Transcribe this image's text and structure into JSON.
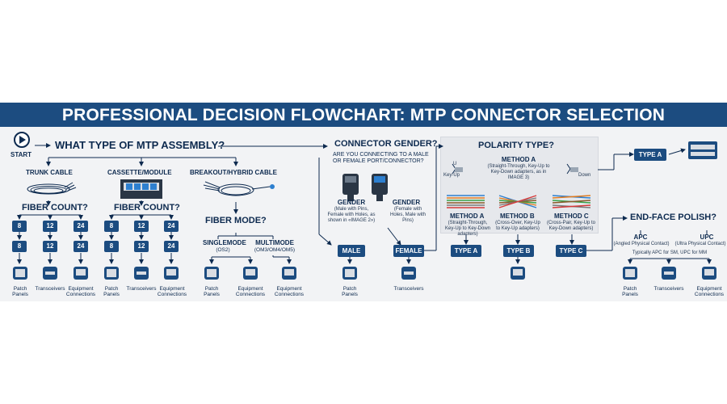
{
  "title": "PROFESSIONAL DECISION FLOWCHART: MTP CONNECTOR SELECTION",
  "start_label": "START",
  "q_assembly": "WHAT TYPE OF MTP ASSEMBLY?",
  "assembly": {
    "trunk": "TRUNK CABLE",
    "cassette": "CASSETTE/MODULE",
    "breakout": "BREAKOUT/HYBRID CABLE"
  },
  "fiber_count_label": "FIBER COUNT?",
  "counts": [
    "8",
    "12",
    "24"
  ],
  "fiber_mode_label": "FIBER MODE?",
  "singlemode": {
    "title": "SINGLEMODE",
    "sub": "(OS2)"
  },
  "multimode": {
    "title": "MULTIMODE",
    "sub": "(OM3/OM4/OM5)"
  },
  "endpoints": {
    "patch": "Patch Panels",
    "transceivers": "Transceivers",
    "equipment": "Equipment Connections"
  },
  "gender": {
    "title": "CONNECTOR GENDER?",
    "question": "ARE YOU CONNECTING TO A MALE OR FEMALE PORT/CONNECTOR?",
    "left_title": "GENDER",
    "left_desc": "(Male with Pins, Female with Holes, as shown in «IMAGE 2»)",
    "right_title": "GENDER",
    "right_desc": "(Female with Holes, Male with Pins)",
    "male": "MALE",
    "female": "FEMALE"
  },
  "polarity": {
    "title": "POLARITY TYPE?",
    "method_a_top_title": "METHOD A",
    "method_a_top_desc": "(Straight-Through, Key-Up to Key-Down adapters, as in IMAGE 3)",
    "key_up": "Key-Up",
    "key_up_short": "U",
    "down": "Down",
    "methods": [
      {
        "title": "METHOD A",
        "desc": "(Straight-Through, Key-Up to Key-Down adapters)"
      },
      {
        "title": "METHOD B",
        "desc": "(Cross-Over, Key-Up to Key-Up adapters)"
      },
      {
        "title": "METHOD C",
        "desc": "(Cross-Pair, Key-Up to Key-Down adapters)"
      }
    ],
    "types": [
      "TYPE A",
      "TYPE B",
      "TYPE C"
    ],
    "top_type": "TYPE A"
  },
  "polish": {
    "title": "END-FACE POLISH?",
    "apc": "APC",
    "apc_desc": "(Angled Physical Contact)",
    "upc": "UPC",
    "upc_desc": "(Ultra Physical Contact)",
    "note": "Typically APC for SM, UPC for MM"
  },
  "colors": {
    "banner": "#1c4c80",
    "badge": "#1c4c80",
    "panel": "#f2f3f5",
    "text": "#0d2a4f"
  }
}
